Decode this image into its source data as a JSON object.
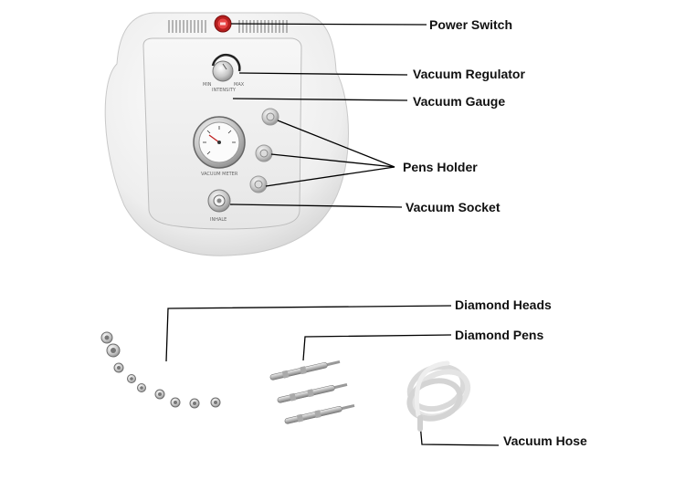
{
  "labels": {
    "power_switch": "Power Switch",
    "vacuum_regulator": "Vacuum Regulator",
    "vacuum_gauge": "Vacuum Gauge",
    "pens_holder": "Pens Holder",
    "vacuum_socket": "Vacuum Socket",
    "diamond_heads": "Diamond Heads",
    "diamond_pens": "Diamond Pens",
    "vacuum_hose": "Vacuum Hose"
  },
  "device_text": {
    "knob_min": "MIN",
    "knob_max": "MAX",
    "knob_caption": "INTENSITY",
    "gauge_caption": "VACUUM METER",
    "socket_caption": "INHALE"
  },
  "colors": {
    "device_body": "#f1f1f1",
    "device_face": "#e9e9e9",
    "power_switch": "#d32a2a",
    "leader_line": "#000000"
  }
}
